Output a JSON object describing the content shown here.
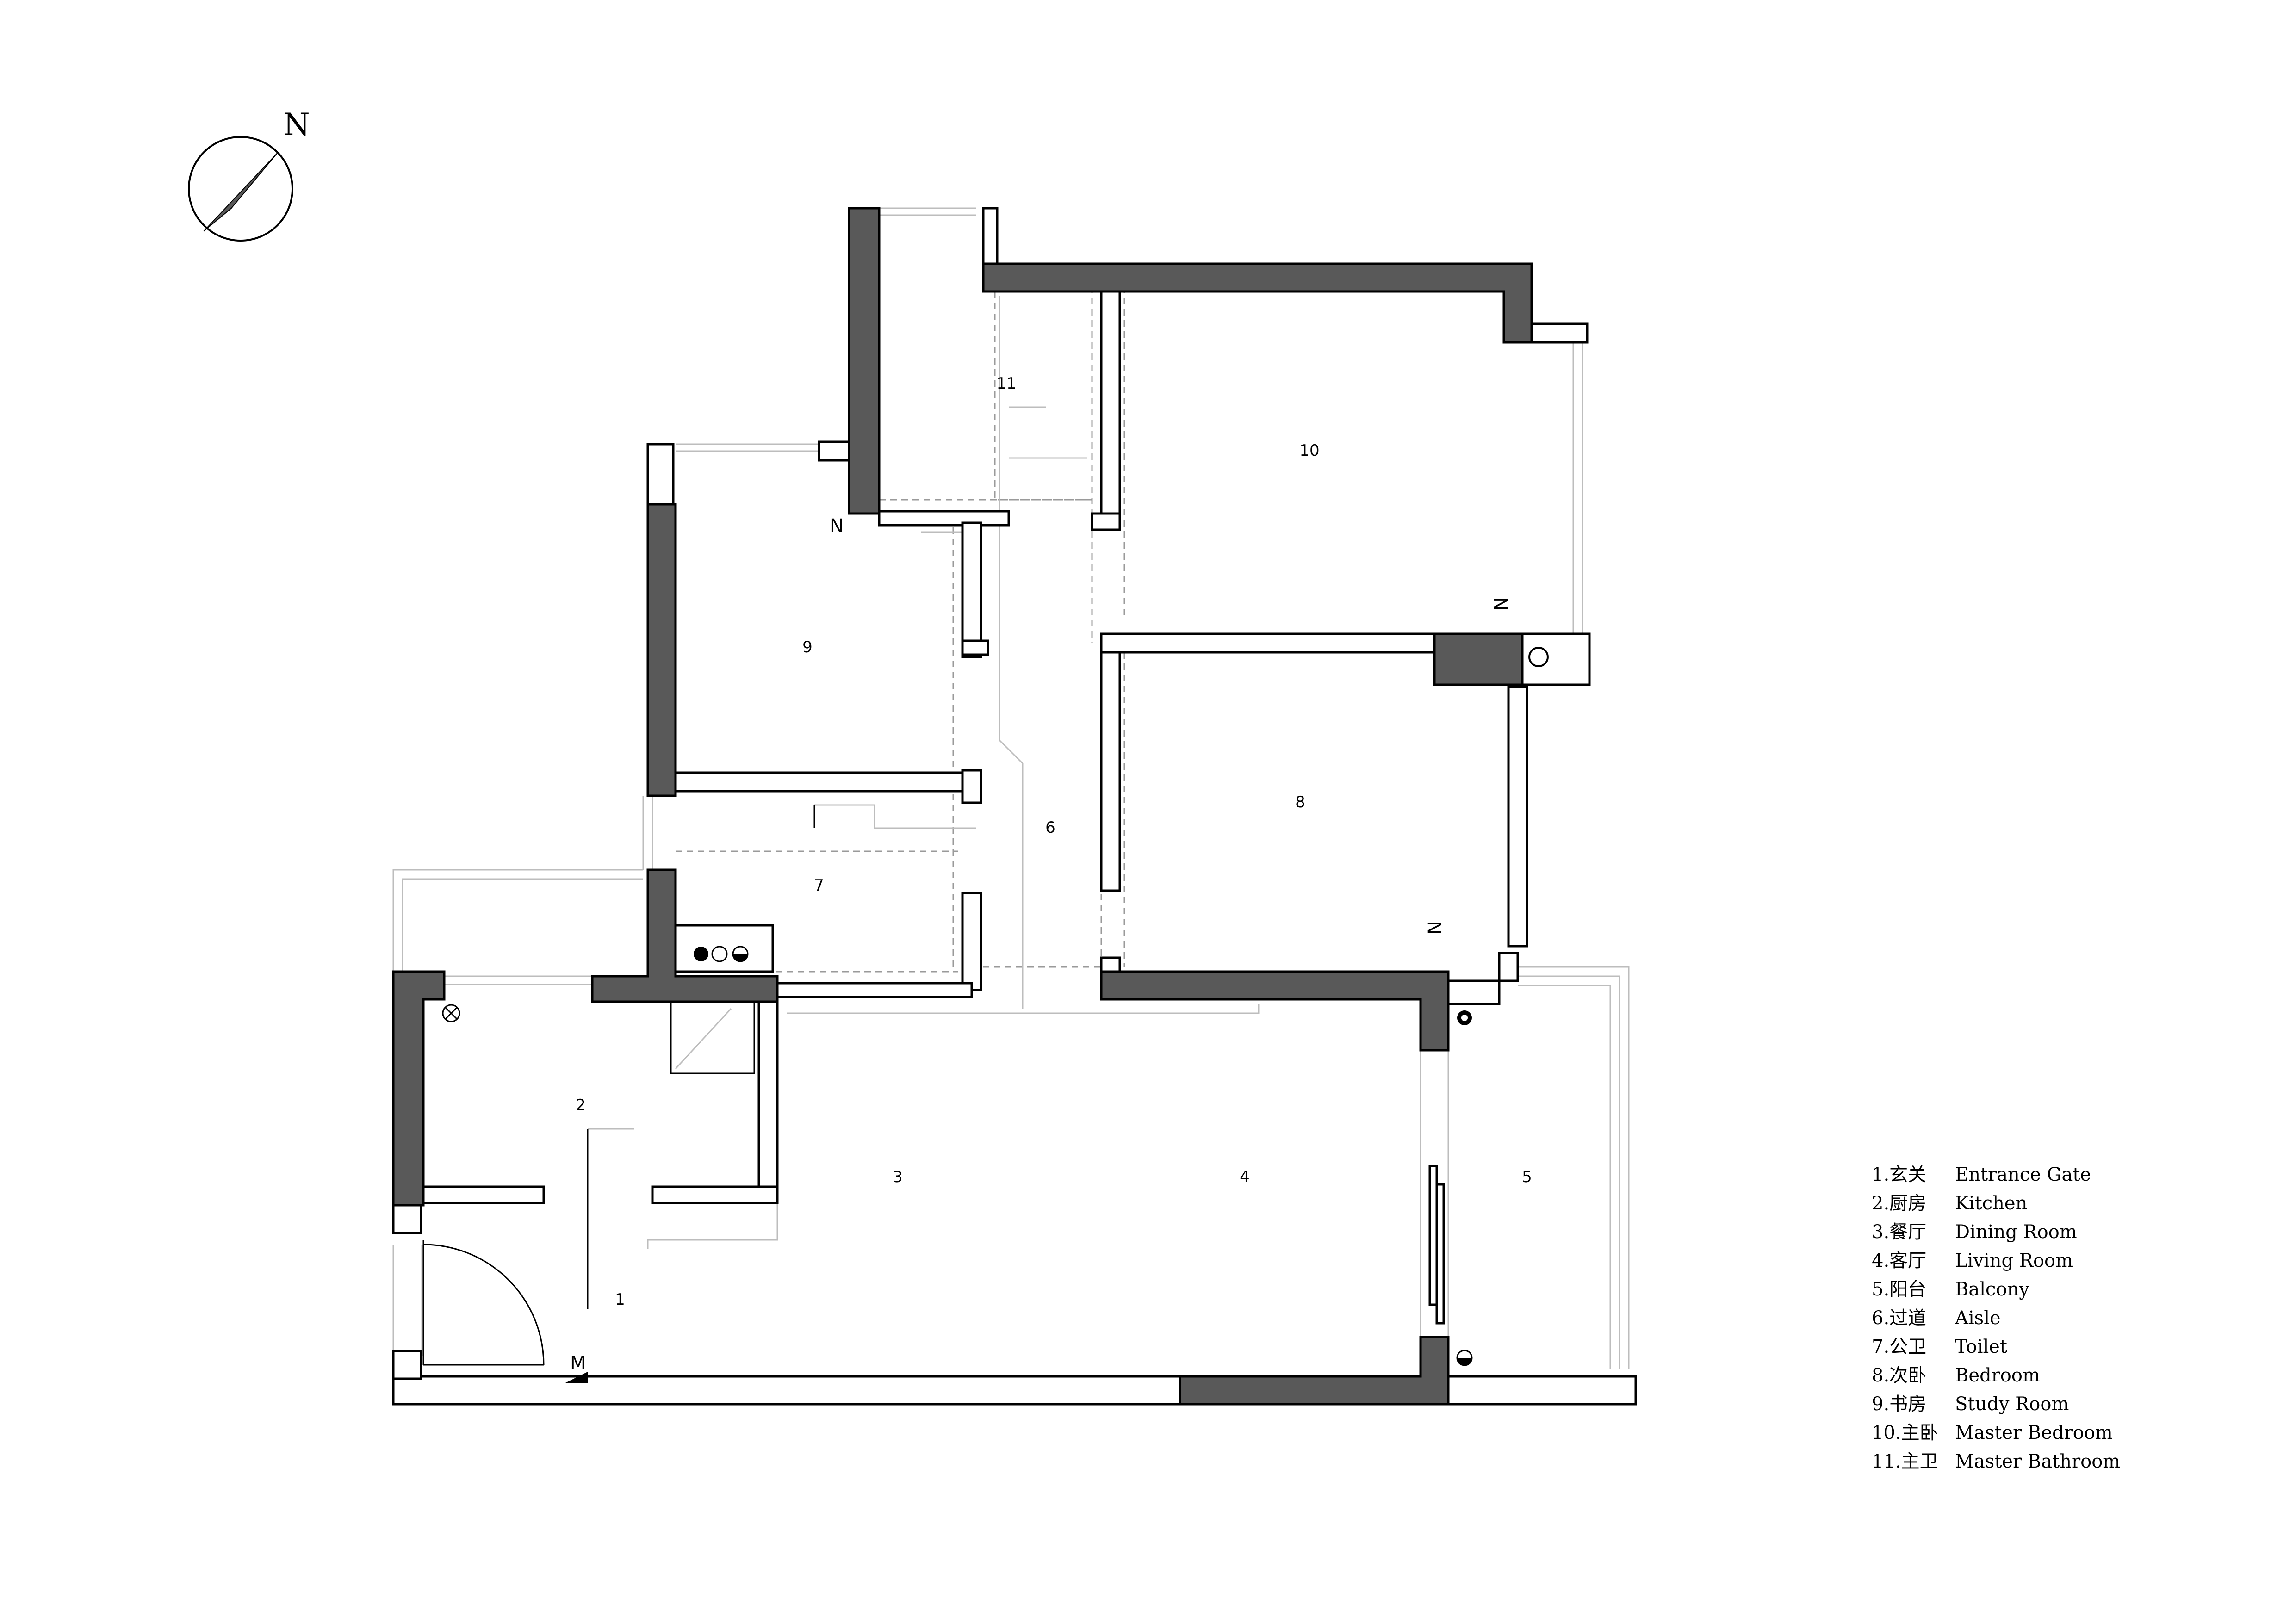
{
  "compass": {
    "north_label": "N",
    "icon": "north-arrow-icon"
  },
  "rooms": [
    {
      "id": "1",
      "label": "1"
    },
    {
      "id": "2",
      "label": "2"
    },
    {
      "id": "3",
      "label": "3"
    },
    {
      "id": "4",
      "label": "4"
    },
    {
      "id": "5",
      "label": "5"
    },
    {
      "id": "6",
      "label": "6"
    },
    {
      "id": "7",
      "label": "7"
    },
    {
      "id": "8",
      "label": "8"
    },
    {
      "id": "9",
      "label": "9"
    },
    {
      "id": "10",
      "label": "10"
    },
    {
      "id": "11",
      "label": "11"
    }
  ],
  "plan_marks": {
    "n1": "N",
    "n2": "N",
    "n3": "N",
    "m": "M"
  },
  "legend": [
    {
      "zh": "1.玄关",
      "en": "Entrance Gate"
    },
    {
      "zh": "2.厨房",
      "en": "Kitchen"
    },
    {
      "zh": "3.餐厅",
      "en": "Dining Room"
    },
    {
      "zh": "4.客厅",
      "en": "Living Room"
    },
    {
      "zh": "5.阳台",
      "en": "Balcony"
    },
    {
      "zh": "6.过道",
      "en": "Aisle"
    },
    {
      "zh": "7.公卫",
      "en": "Toilet"
    },
    {
      "zh": "8.次卧",
      "en": "Bedroom"
    },
    {
      "zh": "9.书房",
      "en": "Study Room"
    },
    {
      "zh": "10.主卧",
      "en": "Master Bedroom"
    },
    {
      "zh": "11.主卫",
      "en": "Master Bathroom"
    }
  ]
}
